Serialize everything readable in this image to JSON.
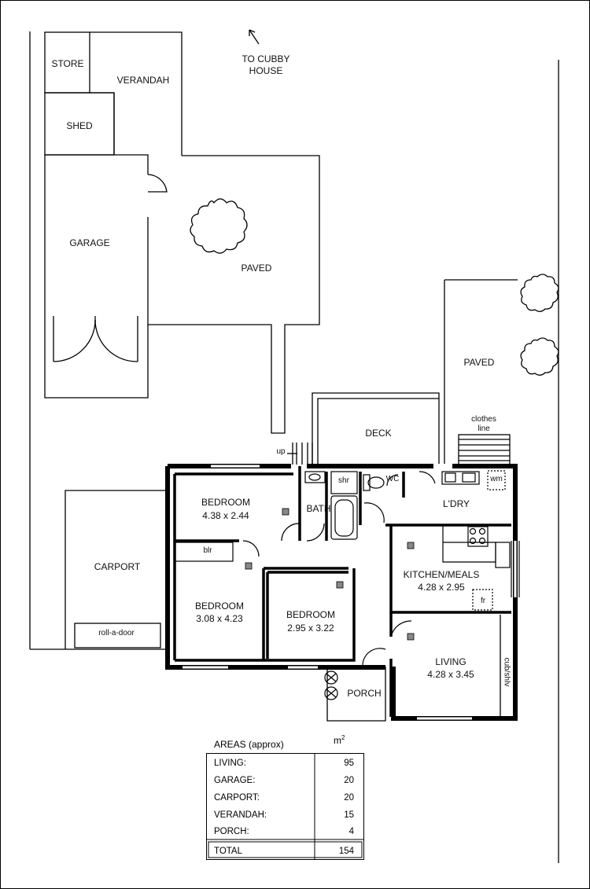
{
  "labels": {
    "to_cubby": "TO CUBBY",
    "house": "HOUSE",
    "store": "STORE",
    "verandah": "VERANDAH",
    "shed": "SHED",
    "garage": "GARAGE",
    "paved_top": "PAVED",
    "paved_right": "PAVED",
    "deck": "DECK",
    "clothes": "clothes",
    "line": "line",
    "up": "up",
    "shr": "shr",
    "wc": "WC",
    "wm": "wm",
    "bedroom1": "BEDROOM",
    "bedroom1_size": "4.38 x 2.44",
    "bath": "BATH",
    "ldry": "L'DRY",
    "blr": "blr",
    "carport": "CARPORT",
    "roll_a_door": "roll-a-door",
    "bedroom2": "BEDROOM",
    "bedroom2_size": "3.08 x 4.23",
    "bedroom3": "BEDROOM",
    "bedroom3_size": "2.95 x 3.22",
    "kitchen": "KITCHEN/MEALS",
    "kitchen_size": "4.28 x 2.95",
    "fr": "fr",
    "living": "LIVING",
    "living_size": "4.28 x 3.45",
    "cub_shlv": "cub/shlv",
    "porch": "PORCH"
  },
  "areas": {
    "title": "AREAS (approx)",
    "unit": "m",
    "unit_sup": "2",
    "rows": [
      {
        "name": "LIVING:",
        "value": "95"
      },
      {
        "name": "GARAGE:",
        "value": "20"
      },
      {
        "name": "CARPORT:",
        "value": "20"
      },
      {
        "name": "VERANDAH:",
        "value": "15"
      },
      {
        "name": "PORCH:",
        "value": "4"
      }
    ],
    "total_label": "TOTAL",
    "total_value": "154"
  }
}
